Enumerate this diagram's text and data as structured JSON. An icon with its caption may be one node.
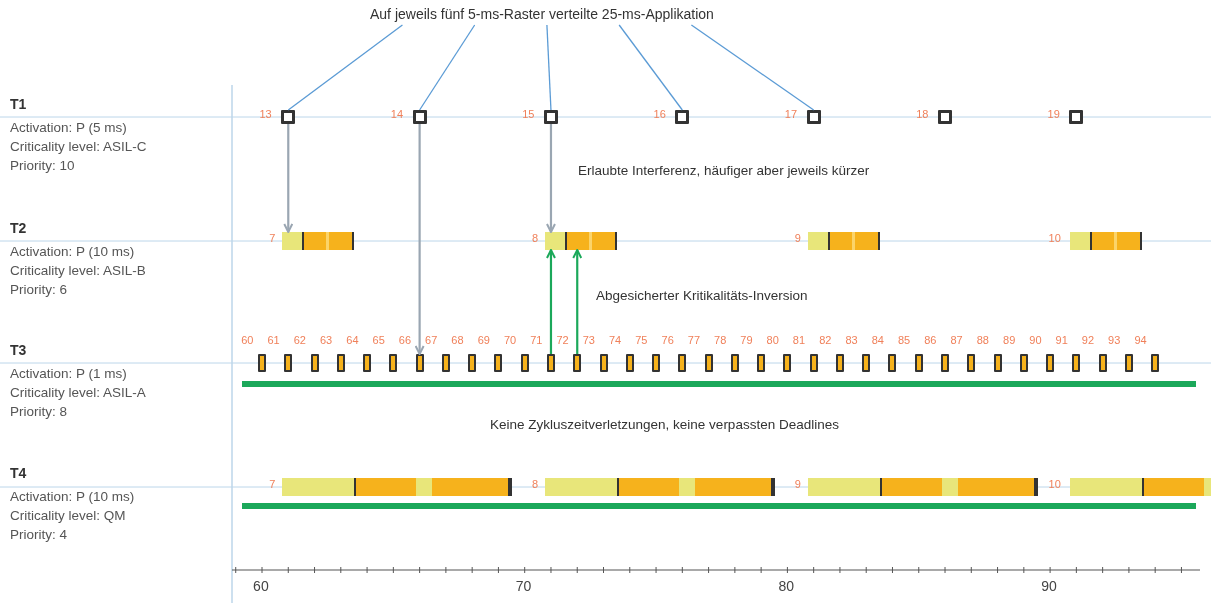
{
  "diagram": {
    "nodes": [
      {
        "text": [
          "Auf jeweils fünf 5-ms-Raster verteilte 25-ms-Applikation"
        ]
      },
      {
        "text": [],
        "shape": "box",
        "beside": [
          "13"
        ]
      },
      {
        "text": [],
        "shape": "box",
        "beside": [
          "14"
        ]
      },
      {
        "text": [],
        "shape": "box",
        "beside": [
          "15"
        ]
      },
      {
        "text": [],
        "shape": "box",
        "beside": [
          "16"
        ]
      },
      {
        "text": [],
        "shape": "box",
        "beside": [
          "17"
        ]
      },
      {
        "text": [],
        "shape": "box",
        "beside": [
          "18"
        ]
      },
      {
        "text": [],
        "shape": "box",
        "beside": [
          "19"
        ]
      },
      {
        "text": [],
        "shape": "bar",
        "beside": [
          "7"
        ]
      },
      {
        "text": [],
        "shape": "bar",
        "beside": [
          "8"
        ]
      },
      {
        "text": [],
        "shape": "bar",
        "beside": [
          "9"
        ]
      },
      {
        "text": [],
        "shape": "bar",
        "beside": [
          "10"
        ]
      },
      {
        "text": [],
        "shape": "box",
        "beside": [
          "60"
        ]
      },
      {
        "text": [],
        "shape": "box",
        "beside": [
          "61"
        ]
      },
      {
        "text": [],
        "shape": "box",
        "beside": [
          "62"
        ]
      },
      {
        "text": [],
        "shape": "box",
        "beside": [
          "63"
        ]
      },
      {
        "text": [],
        "shape": "box",
        "beside": [
          "64"
        ]
      },
      {
        "text": [],
        "shape": "box",
        "beside": [
          "65"
        ]
      },
      {
        "text": [],
        "shape": "box",
        "beside": [
          "66"
        ]
      },
      {
        "text": [],
        "shape": "box",
        "beside": [
          "67"
        ]
      },
      {
        "text": [],
        "shape": "box",
        "beside": [
          "68"
        ]
      },
      {
        "text": [],
        "shape": "box",
        "beside": [
          "69"
        ]
      },
      {
        "text": [],
        "shape": "box",
        "beside": [
          "70"
        ]
      },
      {
        "text": [],
        "shape": "box",
        "beside": [
          "71"
        ]
      },
      {
        "text": [],
        "shape": "box",
        "beside": [
          "72"
        ]
      },
      {
        "text": [],
        "shape": "box",
        "beside": [
          "73"
        ]
      },
      {
        "text": [],
        "shape": "box",
        "beside": [
          "74"
        ]
      },
      {
        "text": [],
        "shape": "box",
        "beside": [
          "75"
        ]
      },
      {
        "text": [],
        "shape": "box",
        "beside": [
          "76"
        ]
      },
      {
        "text": [],
        "shape": "box",
        "beside": [
          "77"
        ]
      },
      {
        "text": [],
        "shape": "box",
        "beside": [
          "78"
        ]
      },
      {
        "text": [],
        "shape": "box",
        "beside": [
          "79"
        ]
      },
      {
        "text": [],
        "shape": "box",
        "beside": [
          "80"
        ]
      },
      {
        "text": [],
        "shape": "box",
        "beside": [
          "81"
        ]
      },
      {
        "text": [],
        "shape": "box",
        "beside": [
          "82"
        ]
      },
      {
        "text": [],
        "shape": "box",
        "beside": [
          "83"
        ]
      },
      {
        "text": [],
        "shape": "box",
        "beside": [
          "84"
        ]
      },
      {
        "text": [],
        "shape": "box",
        "beside": [
          "85"
        ]
      },
      {
        "text": [],
        "shape": "box",
        "beside": [
          "86"
        ]
      },
      {
        "text": [],
        "shape": "box",
        "beside": [
          "87"
        ]
      },
      {
        "text": [],
        "shape": "box",
        "beside": [
          "88"
        ]
      },
      {
        "text": [],
        "shape": "box",
        "beside": [
          "89"
        ]
      },
      {
        "text": [],
        "shape": "box",
        "beside": [
          "90"
        ]
      },
      {
        "text": [],
        "shape": "box",
        "beside": [
          "91"
        ]
      },
      {
        "text": [],
        "shape": "box",
        "beside": [
          "92"
        ]
      },
      {
        "text": [],
        "shape": "box",
        "beside": [
          "93"
        ]
      },
      {
        "text": [],
        "shape": "box",
        "beside": [
          "94"
        ]
      },
      {
        "text": [],
        "shape": "bar",
        "beside": [
          "7"
        ]
      },
      {
        "text": [],
        "shape": "bar",
        "beside": [
          "8"
        ]
      },
      {
        "text": [],
        "shape": "bar",
        "beside": [
          "9"
        ]
      },
      {
        "text": [],
        "shape": "bar",
        "beside": [
          "10"
        ]
      }
    ],
    "edges": [
      {
        "from": 0,
        "to": 1,
        "arrow": "none"
      },
      {
        "from": 0,
        "to": 2,
        "arrow": "none"
      },
      {
        "from": 0,
        "to": 3,
        "arrow": "none"
      },
      {
        "from": 0,
        "to": 4,
        "arrow": "none"
      },
      {
        "from": 0,
        "to": 5,
        "arrow": "none"
      },
      {
        "from": 1,
        "to": 8,
        "arrow": "to",
        "color": "#9aa6b2"
      },
      {
        "from": 2,
        "to": 18,
        "arrow": "to",
        "color": "#9aa6b2"
      },
      {
        "from": 3,
        "to": 9,
        "arrow": "to",
        "color": "#9aa6b2"
      },
      {
        "from": 23,
        "to": 9,
        "arrow": "to",
        "color": "#1ba85a"
      },
      {
        "from": 24,
        "to": 9,
        "arrow": "to",
        "color": "#1ba85a"
      }
    ],
    "labels": [
      "T1",
      "Activation: P (5 ms)",
      "Criticality level: ASIL-C",
      "Priority: 10",
      "Erlaubte Interferenz, häufiger aber jeweils kürzer",
      "T2",
      "Activation: P (10 ms)",
      "Criticality level: ASIL-B",
      "Priority: 6",
      "Abgesicherter Kritikalitäts-Inversion",
      "T3",
      "Activation: P (1 ms)",
      "Criticality level: ASIL-A",
      "Priority: 8",
      "Keine Zykluszeitverletzungen, keine verpassten Deadlines",
      "T4",
      "Activation: P (10 ms)",
      "Criticality level: QM",
      "Priority: 4",
      "60",
      "70",
      "80",
      "90"
    ]
  }
}
